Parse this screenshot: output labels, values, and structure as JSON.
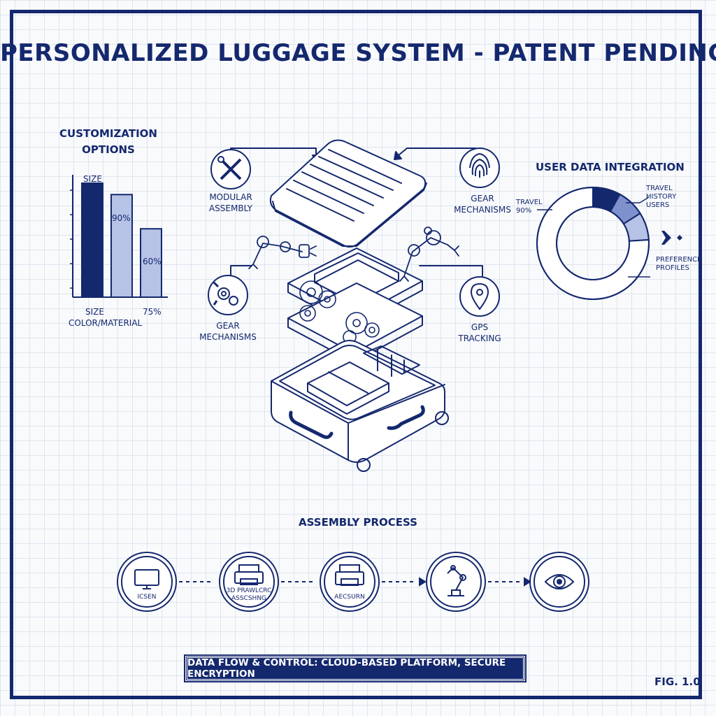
{
  "title": "PERSONALIZED LUGGAGE SYSTEM - PATENT PENDING",
  "customization": {
    "heading": "CUSTOMIZATION OPTIONS",
    "labels": {
      "bar1_top": "SIZE",
      "bar2_top": "90%",
      "bar3_top": "60%",
      "bottom_left_1": "SIZE",
      "bottom_left_2": "COLOR/MATERIAL",
      "bottom_right": "75%"
    },
    "colors": {
      "bar_dark": "#14286e",
      "bar_light": "#b6c2e6"
    }
  },
  "chart_data": {
    "type": "bar",
    "categories": [
      "SIZE",
      "COLOR/MATERIAL",
      "75%"
    ],
    "values": [
      100,
      90,
      60
    ],
    "ylim": [
      0,
      110
    ]
  },
  "features": {
    "modular_assembly": {
      "label_1": "MODULAR",
      "label_2": "ASSEMBLY",
      "icon": "tools-icon"
    },
    "gear_top": {
      "label_1": "GEAR",
      "label_2": "MECHANISMS",
      "icon": "fingerprint-icon"
    },
    "gear_left": {
      "label_1": "GEAR",
      "label_2": "MECHANISMS",
      "icon": "gears-icon"
    },
    "gps": {
      "label_1": "GPS",
      "label_2": "TRACKING",
      "icon": "location-pin-icon"
    }
  },
  "user_data": {
    "heading": "USER DATA INTEGRATION",
    "travel_1": "TRAVEL",
    "travel_2": "90%",
    "history_1": "TRAVEL",
    "history_2": "HISTORY",
    "history_3": "USERS",
    "prefs_1": "PREFERENCE",
    "prefs_2": "PROFILES",
    "donut": [
      {
        "fraction": 0.08,
        "color": "#14286e"
      },
      {
        "fraction": 0.08,
        "color": "#7f91cc"
      },
      {
        "fraction": 0.08,
        "color": "#b6c2e6"
      },
      {
        "fraction": 0.76,
        "color": "#ffffff"
      }
    ]
  },
  "process": {
    "heading": "ASSEMBLY PROCESS",
    "steps": [
      {
        "icon": "monitor-icon",
        "label_1": "ICSEN",
        "label_2": ""
      },
      {
        "icon": "printer-icon",
        "label_1": "3D PRAWLCRC",
        "label_2": "ASSCSHNG"
      },
      {
        "icon": "printer-icon",
        "label_1": "AECSURN",
        "label_2": ""
      },
      {
        "icon": "robot-arm-icon",
        "label_1": "",
        "label_2": ""
      },
      {
        "icon": "eye-icon",
        "label_1": "",
        "label_2": ""
      }
    ]
  },
  "banner": "DATA FLOW & CONTROL: CLOUD-BASED PLATFORM, SECURE ENCRYPTION",
  "fig": "FIG. 1.0"
}
